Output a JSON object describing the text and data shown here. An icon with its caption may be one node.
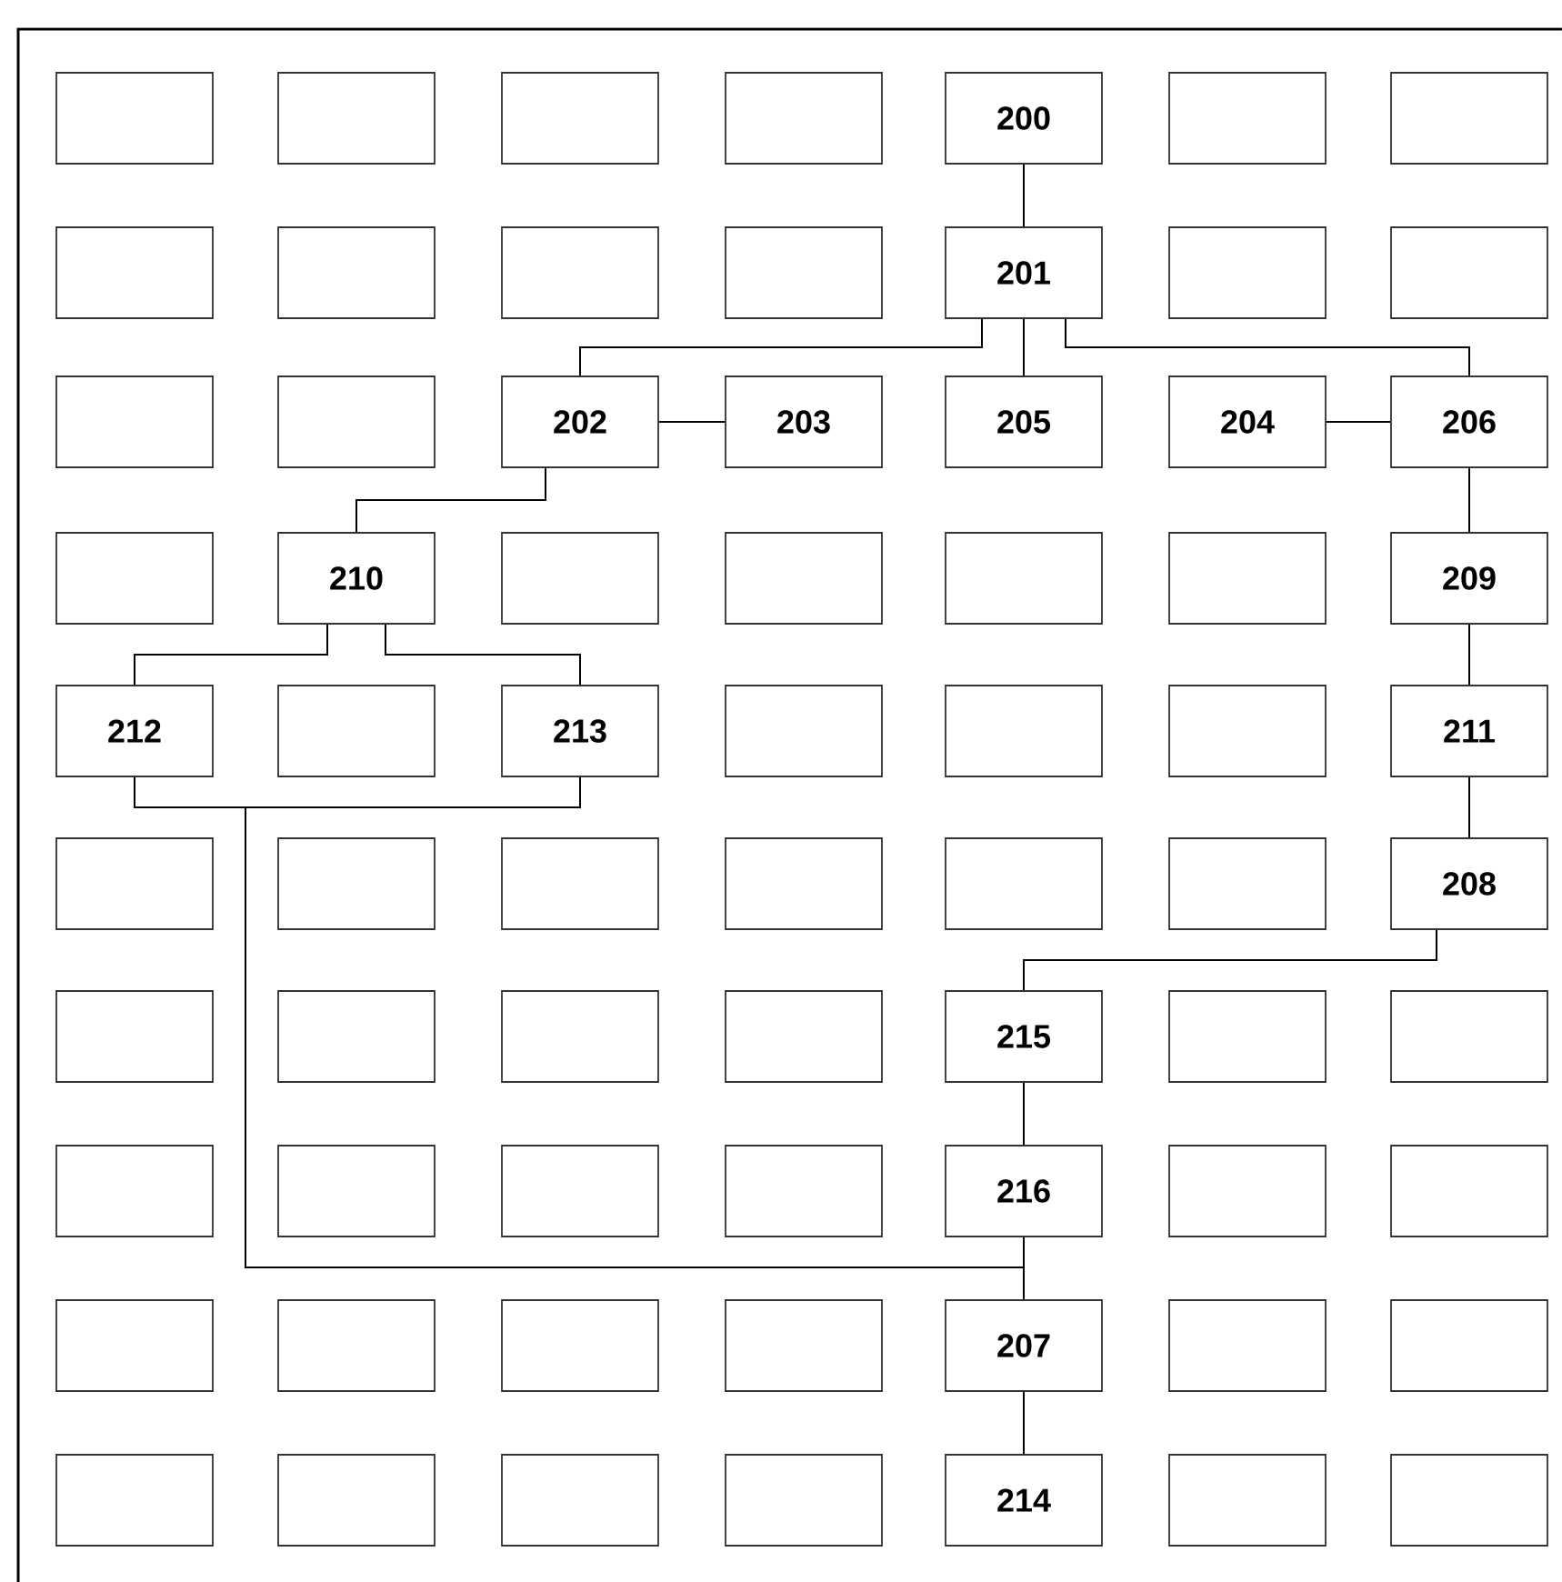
{
  "diagram": {
    "nodes": [
      {
        "text": [],
        "shape": "box"
      },
      {
        "text": [],
        "shape": "box"
      },
      {
        "text": [],
        "shape": "box"
      },
      {
        "text": [],
        "shape": "box"
      },
      {
        "text": [
          "200"
        ]
      },
      {
        "text": [],
        "shape": "box"
      },
      {
        "text": [],
        "shape": "box"
      },
      {
        "text": [],
        "shape": "box"
      },
      {
        "text": [],
        "shape": "box"
      },
      {
        "text": [],
        "shape": "box"
      },
      {
        "text": [],
        "shape": "box"
      },
      {
        "text": [
          "201"
        ]
      },
      {
        "text": [],
        "shape": "box"
      },
      {
        "text": [],
        "shape": "box"
      },
      {
        "text": [],
        "shape": "box"
      },
      {
        "text": [],
        "shape": "box"
      },
      {
        "text": [
          "202"
        ]
      },
      {
        "text": [
          "203"
        ]
      },
      {
        "text": [
          "205"
        ]
      },
      {
        "text": [
          "204"
        ]
      },
      {
        "text": [
          "206"
        ]
      },
      {
        "text": [],
        "shape": "box"
      },
      {
        "text": [
          "210"
        ]
      },
      {
        "text": [],
        "shape": "box"
      },
      {
        "text": [],
        "shape": "box"
      },
      {
        "text": [],
        "shape": "box"
      },
      {
        "text": [],
        "shape": "box"
      },
      {
        "text": [
          "209"
        ]
      },
      {
        "text": [
          "212"
        ]
      },
      {
        "text": [],
        "shape": "box"
      },
      {
        "text": [
          "213"
        ]
      },
      {
        "text": [],
        "shape": "box"
      },
      {
        "text": [],
        "shape": "box"
      },
      {
        "text": [],
        "shape": "box"
      },
      {
        "text": [
          "211"
        ]
      },
      {
        "text": [],
        "shape": "box"
      },
      {
        "text": [],
        "shape": "box"
      },
      {
        "text": [],
        "shape": "box"
      },
      {
        "text": [],
        "shape": "box"
      },
      {
        "text": [],
        "shape": "box"
      },
      {
        "text": [],
        "shape": "box"
      },
      {
        "text": [
          "208"
        ]
      },
      {
        "text": [],
        "shape": "box"
      },
      {
        "text": [],
        "shape": "box"
      },
      {
        "text": [],
        "shape": "box"
      },
      {
        "text": [],
        "shape": "box"
      },
      {
        "text": [
          "215"
        ]
      },
      {
        "text": [],
        "shape": "box"
      },
      {
        "text": [],
        "shape": "box"
      },
      {
        "text": [],
        "shape": "box"
      },
      {
        "text": [],
        "shape": "box"
      },
      {
        "text": [],
        "shape": "box"
      },
      {
        "text": [],
        "shape": "box"
      },
      {
        "text": [
          "216"
        ]
      },
      {
        "text": [],
        "shape": "box"
      },
      {
        "text": [],
        "shape": "box"
      },
      {
        "text": [],
        "shape": "box"
      },
      {
        "text": [],
        "shape": "box"
      },
      {
        "text": [],
        "shape": "box"
      },
      {
        "text": [],
        "shape": "box"
      },
      {
        "text": [
          "207"
        ]
      },
      {
        "text": [],
        "shape": "box"
      },
      {
        "text": [],
        "shape": "box"
      },
      {
        "text": [],
        "shape": "box"
      },
      {
        "text": [],
        "shape": "box"
      },
      {
        "text": [],
        "shape": "box"
      },
      {
        "text": [],
        "shape": "box"
      },
      {
        "text": [
          "214"
        ]
      },
      {
        "text": [],
        "shape": "box"
      },
      {
        "text": [],
        "shape": "box"
      }
    ],
    "edges": [
      {
        "from": 4,
        "to": 11,
        "arrow": "none"
      },
      {
        "from": 11,
        "to": 16,
        "arrow": "none"
      },
      {
        "from": 11,
        "to": 18,
        "arrow": "none"
      },
      {
        "from": 11,
        "to": 20,
        "arrow": "none"
      },
      {
        "from": 16,
        "to": 17,
        "arrow": "none"
      },
      {
        "from": 19,
        "to": 20,
        "arrow": "none"
      },
      {
        "from": 16,
        "to": 22,
        "arrow": "none"
      },
      {
        "from": 20,
        "to": 27,
        "arrow": "none"
      },
      {
        "from": 27,
        "to": 34,
        "arrow": "none"
      },
      {
        "from": 34,
        "to": 41,
        "arrow": "none"
      },
      {
        "from": 22,
        "to": 28,
        "arrow": "none"
      },
      {
        "from": 22,
        "to": 30,
        "arrow": "none"
      },
      {
        "from": 41,
        "to": 46,
        "arrow": "none"
      },
      {
        "from": 46,
        "to": 53,
        "arrow": "none"
      },
      {
        "from": 53,
        "to": 60,
        "arrow": "none"
      },
      {
        "from": 60,
        "to": 67,
        "arrow": "none"
      },
      {
        "from": 28,
        "to": 60,
        "arrow": "none"
      },
      {
        "from": 30,
        "to": 60,
        "arrow": "none"
      }
    ]
  }
}
